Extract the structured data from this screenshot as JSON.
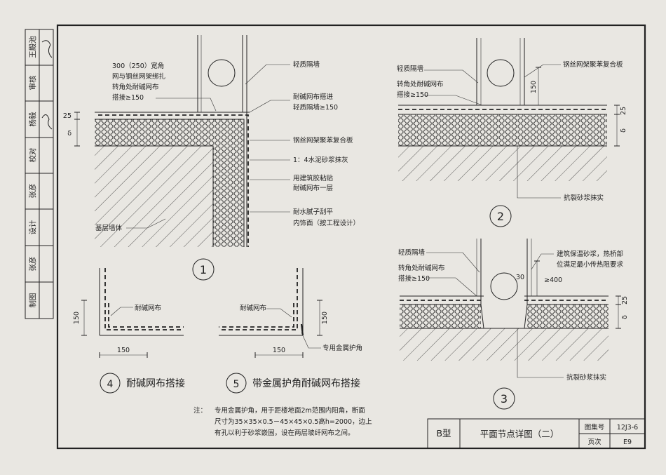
{
  "strip": {
    "roles": [
      "制图",
      "张彦",
      "设计",
      "张彦",
      "校对",
      "杨毅",
      "审核",
      "王殿池"
    ]
  },
  "detail1": {
    "labels": {
      "corner_mesh": [
        "300（250）宽角",
        "网与钢丝网架绑扎",
        "转角处耐碱网布",
        "搭接≥150"
      ],
      "light_wall": "轻质隔墙",
      "mesh_lap": [
        "耐碱网布搭进",
        "轻质隔墙≥150"
      ],
      "board": "钢丝网架聚苯复合板",
      "mortar": "1：4水泥砂浆抹灰",
      "glue": [
        "用建筑胶粘贴",
        "耐碱网布一层"
      ],
      "putty": [
        "耐水腻子刮平",
        "内饰面（按工程设计）"
      ],
      "base_wall": "基层墙体"
    },
    "dims": [
      "25",
      "δ"
    ],
    "number": "1"
  },
  "detail2": {
    "labels": {
      "light_wall": "轻质隔墙",
      "board": "钢丝网架聚苯复合板",
      "corner_mesh": [
        "转角处耐碱网布",
        "搭接≥150"
      ],
      "crack": "抗裂砂浆抹实"
    },
    "dims": [
      "150",
      "25",
      "δ"
    ],
    "number": "2"
  },
  "detail3": {
    "labels": {
      "light_wall": "轻质隔墙",
      "corner_mesh": [
        "转角处耐碱网布",
        "搭接≥150"
      ],
      "insul": [
        "建筑保温砂浆，热桥部",
        "位满足最小传热阻要求"
      ],
      "crack": "抗裂砂浆抹实"
    },
    "dims": [
      "30",
      "≥400",
      "25",
      "δ"
    ],
    "number": "3"
  },
  "detail4": {
    "label": "耐碱网布",
    "dims": [
      "150",
      "150"
    ],
    "number": "4",
    "title": "耐碱网布搭接"
  },
  "detail5": {
    "label": "耐碱网布",
    "metal": "专用金属护角",
    "dims": [
      "150",
      "150"
    ],
    "number": "5",
    "title": "带金属护角耐碱网布搭接"
  },
  "note": {
    "prefix": "注：",
    "lines": [
      "专用金属护角，用于距楼地面2m范围内阳角，断面",
      "尺寸为35×35×0.5－45×45×0.5高h=2000，边上",
      "有孔以利于砂浆嵌固，设在两层玻纤网布之间。"
    ]
  },
  "titleblock": {
    "type": "B型",
    "title": "平面节点详图（二）",
    "atlas_label": "图集号",
    "atlas_value": "12J3-6",
    "page_label": "页次",
    "page_value": "E9"
  }
}
